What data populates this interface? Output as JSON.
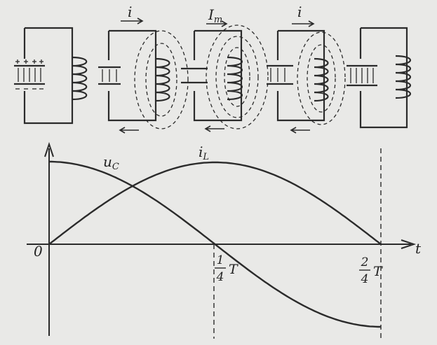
{
  "top_row": {
    "stage_2_current_label": "i",
    "stage_3_current_label": "I",
    "stage_3_current_subscript": "m",
    "stage_4_current_label": "i"
  },
  "graph": {
    "t_axis_label": "t",
    "origin_label": "0",
    "uc_label": "u",
    "uc_subscript": "C",
    "il_label": "i",
    "il_subscript": "L",
    "quarter_num": "1",
    "quarter_den": "4",
    "quarter_suffix": "T",
    "half_num": "2",
    "half_den": "4",
    "half_suffix": "T"
  },
  "chart_data": {
    "type": "line",
    "x_ticks": [
      "0",
      "1/4 T",
      "2/4 T"
    ],
    "series": [
      {
        "name": "u_C",
        "shape": "cosine",
        "x": [
          0,
          0.125,
          0.25,
          0.375,
          0.5
        ],
        "y": [
          1,
          0.707,
          0,
          -0.707,
          -1
        ]
      },
      {
        "name": "i_L",
        "shape": "sine",
        "x": [
          0,
          0.125,
          0.25,
          0.375,
          0.5
        ],
        "y": [
          0,
          0.707,
          1,
          0.707,
          0
        ]
      }
    ],
    "xlabel": "t",
    "ylabel": ""
  },
  "colors": {
    "ink": "#2b2b2b",
    "paper": "#e9e9e7"
  }
}
